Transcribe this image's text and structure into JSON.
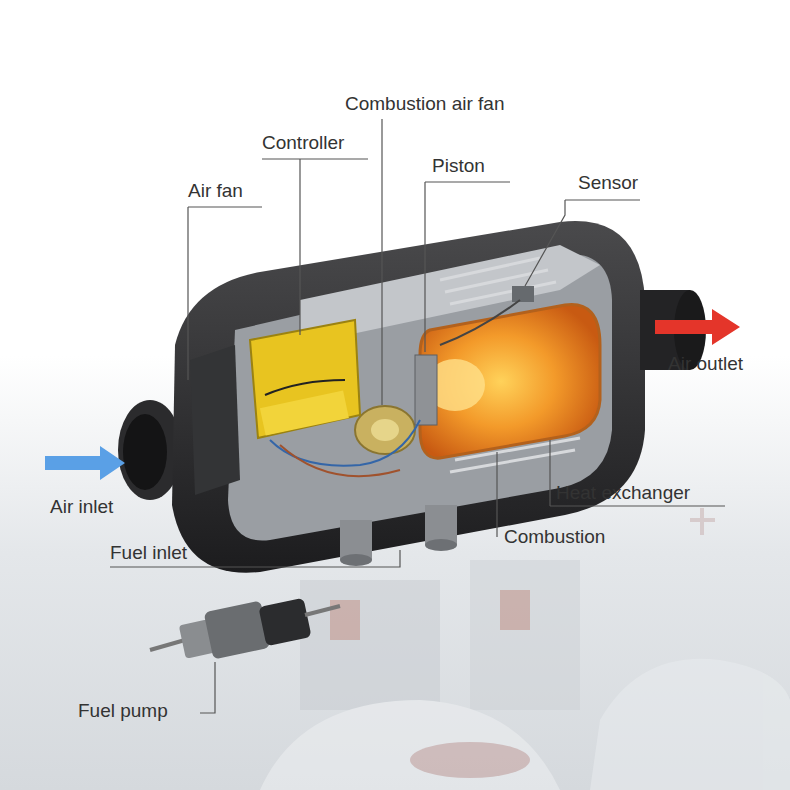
{
  "diagram": {
    "labels": [
      "Combustion air fan",
      "Controller",
      "Piston",
      "Sensor",
      "Air fan",
      "Air outlet",
      "Air inlet",
      "Heat exchanger",
      "Fuel inlet",
      "Combustion",
      "Fuel pump"
    ]
  }
}
